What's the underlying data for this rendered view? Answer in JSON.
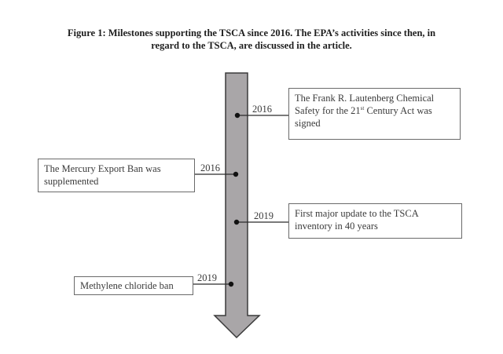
{
  "figure": {
    "caption_line1": "Figure 1: Milestones supporting the TSCA since 2016.  The EPA’s activities since then, in",
    "caption_line2": "regard to the TSCA, are discussed in the article."
  },
  "timeline": {
    "arrow_color": "#a9a6a8",
    "arrow_outline": "#3a3a3a",
    "milestones": [
      {
        "year": "2016",
        "side": "right",
        "text_before_sup": "The Frank R. Lautenberg Chemical Safety for the 21",
        "sup": "st",
        "text_after_sup": " Century Act was signed"
      },
      {
        "year": "2016",
        "side": "left",
        "text": "The Mercury Export Ban was supplemented"
      },
      {
        "year": "2019",
        "side": "right",
        "text": "First major update to the TSCA inventory in 40 years"
      },
      {
        "year": "2019",
        "side": "left",
        "text": "Methylene chloride ban"
      }
    ]
  }
}
